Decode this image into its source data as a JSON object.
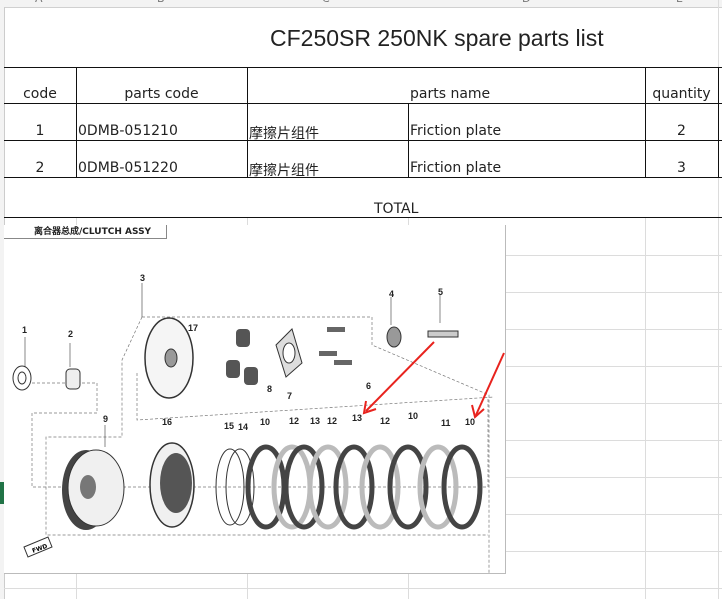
{
  "columns": [
    "A",
    "B",
    "C",
    "D",
    "E"
  ],
  "title": "CF250SR 250NK spare parts list",
  "headers": {
    "code": "code",
    "parts_code": "parts code",
    "parts_name": "parts name",
    "quantity": "quantity"
  },
  "rows": [
    {
      "code": "1",
      "parts_code": "0DMB-051210",
      "name_cn": "摩擦片组件",
      "name_en": "Friction plate",
      "quantity": "2"
    },
    {
      "code": "2",
      "parts_code": "0DMB-051220",
      "name_cn": "摩擦片组件",
      "name_en": "Friction plate",
      "quantity": "3"
    }
  ],
  "total_label": "TOTAL",
  "diagram": {
    "title": "离合器总成/CLUTCH ASSY",
    "fwd": "FWD",
    "part_labels": [
      "1",
      "2",
      "3",
      "4",
      "5",
      "6",
      "7",
      "8",
      "9",
      "10",
      "11",
      "12",
      "13",
      "14",
      "15",
      "16",
      "17"
    ],
    "arrow_color": "#e8231e"
  }
}
